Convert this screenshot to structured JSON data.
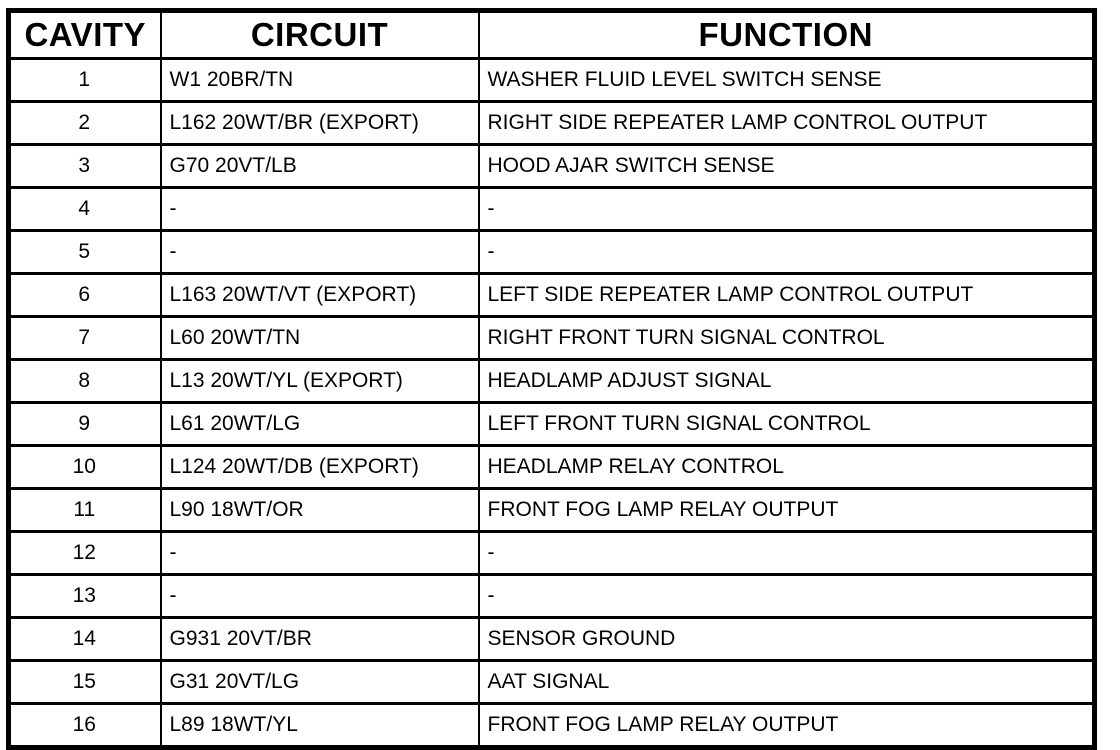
{
  "table": {
    "headers": {
      "cavity": "CAVITY",
      "circuit": "CIRCUIT",
      "function": "FUNCTION"
    },
    "rows": [
      {
        "cavity": "1",
        "circuit": "W1 20BR/TN",
        "function": "WASHER FLUID LEVEL SWITCH SENSE"
      },
      {
        "cavity": "2",
        "circuit": "L162 20WT/BR (EXPORT)",
        "function": "RIGHT SIDE REPEATER LAMP CONTROL OUTPUT"
      },
      {
        "cavity": "3",
        "circuit": "G70 20VT/LB",
        "function": "HOOD AJAR SWITCH SENSE"
      },
      {
        "cavity": "4",
        "circuit": "-",
        "function": "-"
      },
      {
        "cavity": "5",
        "circuit": "-",
        "function": "-"
      },
      {
        "cavity": "6",
        "circuit": "L163 20WT/VT (EXPORT)",
        "function": "LEFT SIDE REPEATER LAMP CONTROL OUTPUT"
      },
      {
        "cavity": "7",
        "circuit": "L60 20WT/TN",
        "function": "RIGHT FRONT TURN SIGNAL CONTROL"
      },
      {
        "cavity": "8",
        "circuit": "L13 20WT/YL (EXPORT)",
        "function": "HEADLAMP ADJUST SIGNAL"
      },
      {
        "cavity": "9",
        "circuit": "L61 20WT/LG",
        "function": "LEFT FRONT TURN SIGNAL CONTROL"
      },
      {
        "cavity": "10",
        "circuit": "L124 20WT/DB (EXPORT)",
        "function": "HEADLAMP RELAY CONTROL"
      },
      {
        "cavity": "11",
        "circuit": "L90 18WT/OR",
        "function": "FRONT FOG LAMP RELAY OUTPUT"
      },
      {
        "cavity": "12",
        "circuit": "-",
        "function": "-"
      },
      {
        "cavity": "13",
        "circuit": "-",
        "function": "-"
      },
      {
        "cavity": "14",
        "circuit": "G931 20VT/BR",
        "function": "SENSOR GROUND"
      },
      {
        "cavity": "15",
        "circuit": "G31 20VT/LG",
        "function": "AAT SIGNAL"
      },
      {
        "cavity": "16",
        "circuit": "L89 18WT/YL",
        "function": "FRONT FOG LAMP RELAY OUTPUT"
      }
    ],
    "colors": {
      "border": "#000000",
      "text": "#000000",
      "background": "#ffffff"
    }
  }
}
